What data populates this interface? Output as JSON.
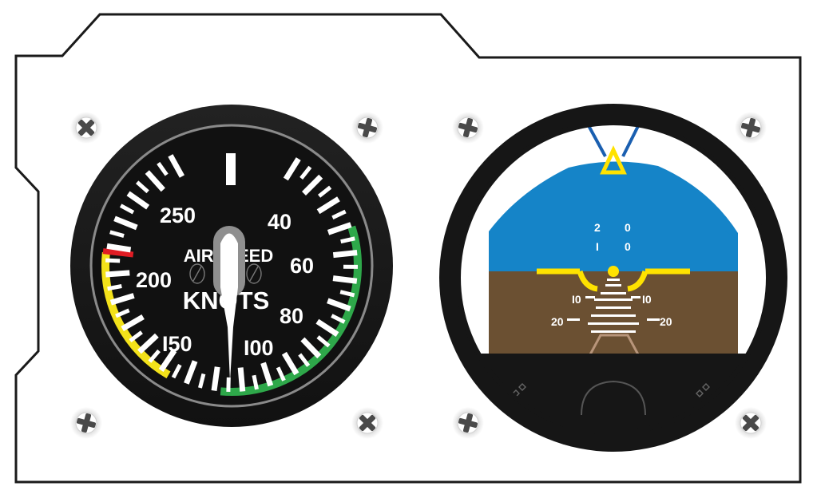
{
  "airspeed_indicator": {
    "top_label": "AIRSPEED",
    "unit_label": "KNOTS",
    "digit_one": "I",
    "scale_labels": [
      {
        "text": "250",
        "value": 250
      },
      {
        "text": "200",
        "value": 200
      },
      {
        "text": "I50",
        "value": 150
      },
      {
        "text": "I00",
        "value": 100
      },
      {
        "text": "80",
        "value": 80
      },
      {
        "text": "60",
        "value": 60
      },
      {
        "text": "40",
        "value": 40
      }
    ],
    "needle_value": 0,
    "arcs": {
      "green": {
        "color": "#2ea84a"
      },
      "yellow": {
        "color": "#f3e21a"
      },
      "red_line": {
        "color": "#e01c24"
      }
    }
  },
  "attitude_indicator": {
    "sky_color": "#1584c8",
    "ground_color": "#6b5032",
    "reference_color": "#ffe200",
    "pitch_labels": {
      "up_20": "2",
      "up_20b": "0",
      "up_10": "I",
      "up_10b": "0",
      "down_10_left": "I0",
      "down_10_right": "I0",
      "down_20_left": "20",
      "down_20_right": "20"
    }
  }
}
